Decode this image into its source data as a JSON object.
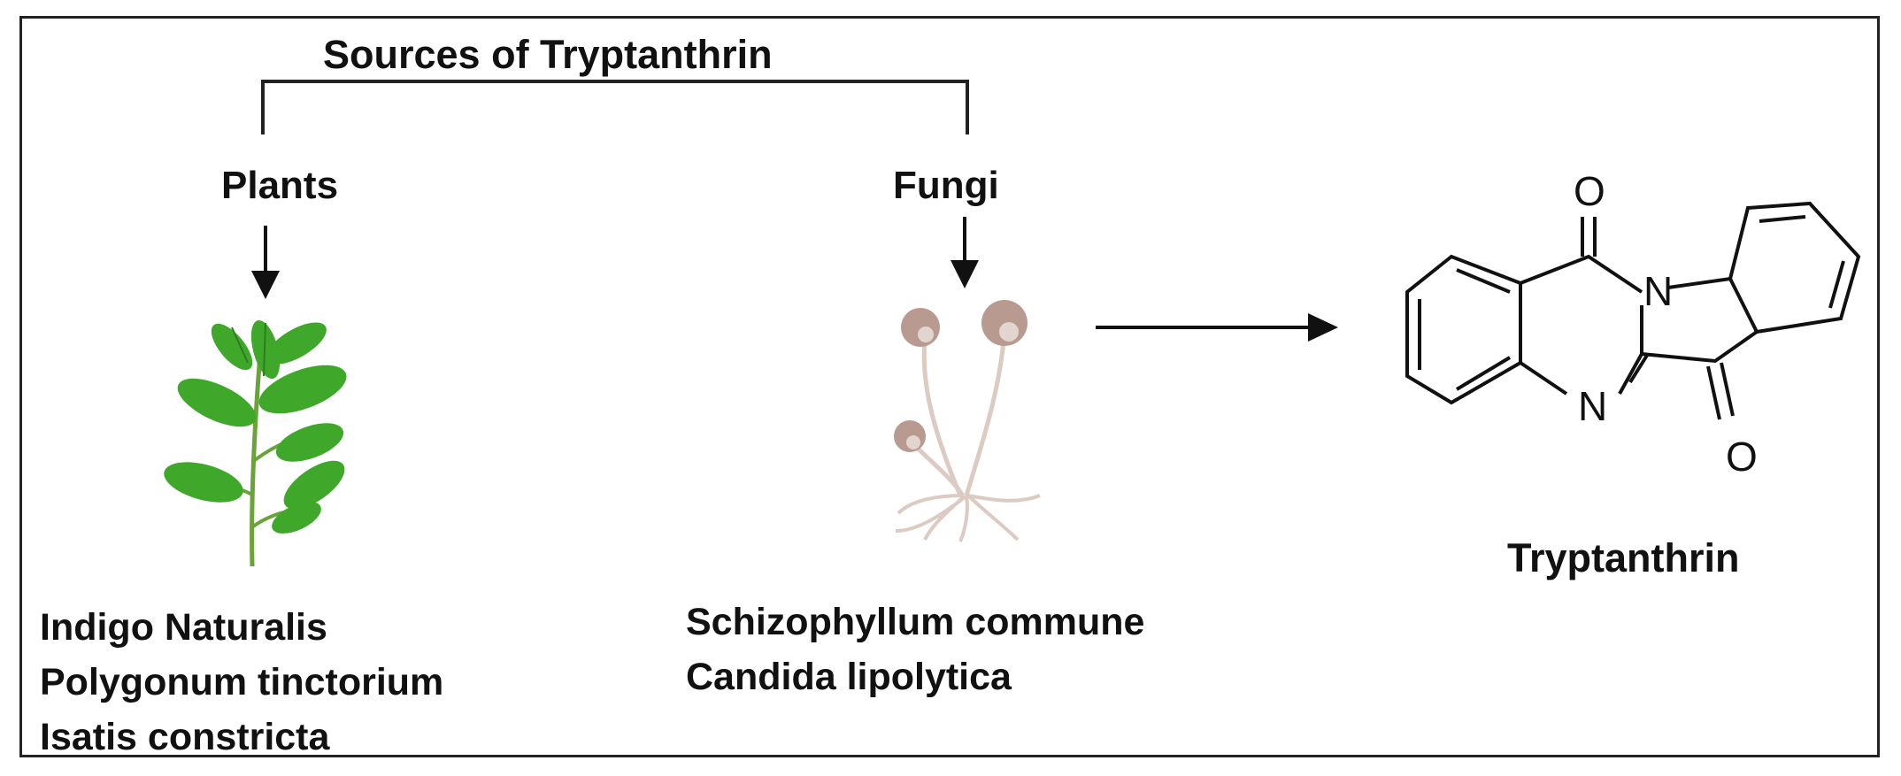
{
  "title": "Sources of Tryptanthrin",
  "branches": {
    "plants": {
      "label": "Plants",
      "icon": "plant-icon",
      "species": [
        "Indigo Naturalis",
        "Polygonum tinctorium",
        "Isatis constricta"
      ]
    },
    "fungi": {
      "label": "Fungi",
      "icon": "fungus-icon",
      "species": [
        "Schizophyllum commune",
        "Candida lipolytica"
      ]
    }
  },
  "product": {
    "name": "Tryptanthrin",
    "atoms": {
      "o_top": "O",
      "n_ring": "N",
      "n_bottom": "N",
      "o_bottom": "O"
    }
  },
  "colors": {
    "leaf": "#3fa82b",
    "leaf_dark": "#2c7d1e",
    "stem": "#6aa33a",
    "fungus_cap": "#b89a90",
    "fungus_stalk": "#dccbc3",
    "line": "#222222"
  }
}
